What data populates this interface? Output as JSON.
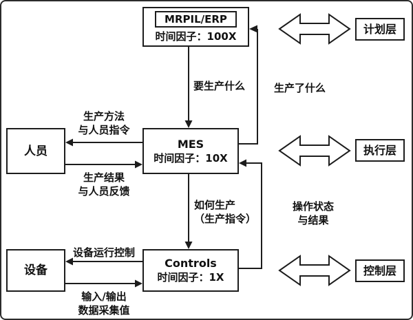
{
  "diagram": {
    "erp": {
      "title": "MRPIL/ERP",
      "factor": "时间因子：100X"
    },
    "mes": {
      "title": "MES",
      "factor": "时间因子：10X"
    },
    "controls": {
      "title": "Controls",
      "factor": "时间因子：1X"
    },
    "personnel": {
      "label": "人员"
    },
    "equipment": {
      "label": "设备"
    },
    "layers": {
      "plan": "计划层",
      "execute": "执行层",
      "control": "控制层"
    },
    "edges": {
      "erp_to_mes": "要生产什么",
      "mes_to_erp": "生产了什么",
      "mes_to_controls_1": "如何生产",
      "mes_to_controls_2": "（生产指令）",
      "controls_to_mes_1": "操作状态",
      "controls_to_mes_2": "与结果",
      "mes_to_personnel_1": "生产方法",
      "mes_to_personnel_2": "与人员指令",
      "personnel_to_mes_1": "生产结果",
      "personnel_to_mes_2": "与人员反馈",
      "controls_to_equipment": "设备运行控制",
      "equipment_to_controls_1": "输入/输出",
      "equipment_to_controls_2": "数据采集值"
    }
  }
}
